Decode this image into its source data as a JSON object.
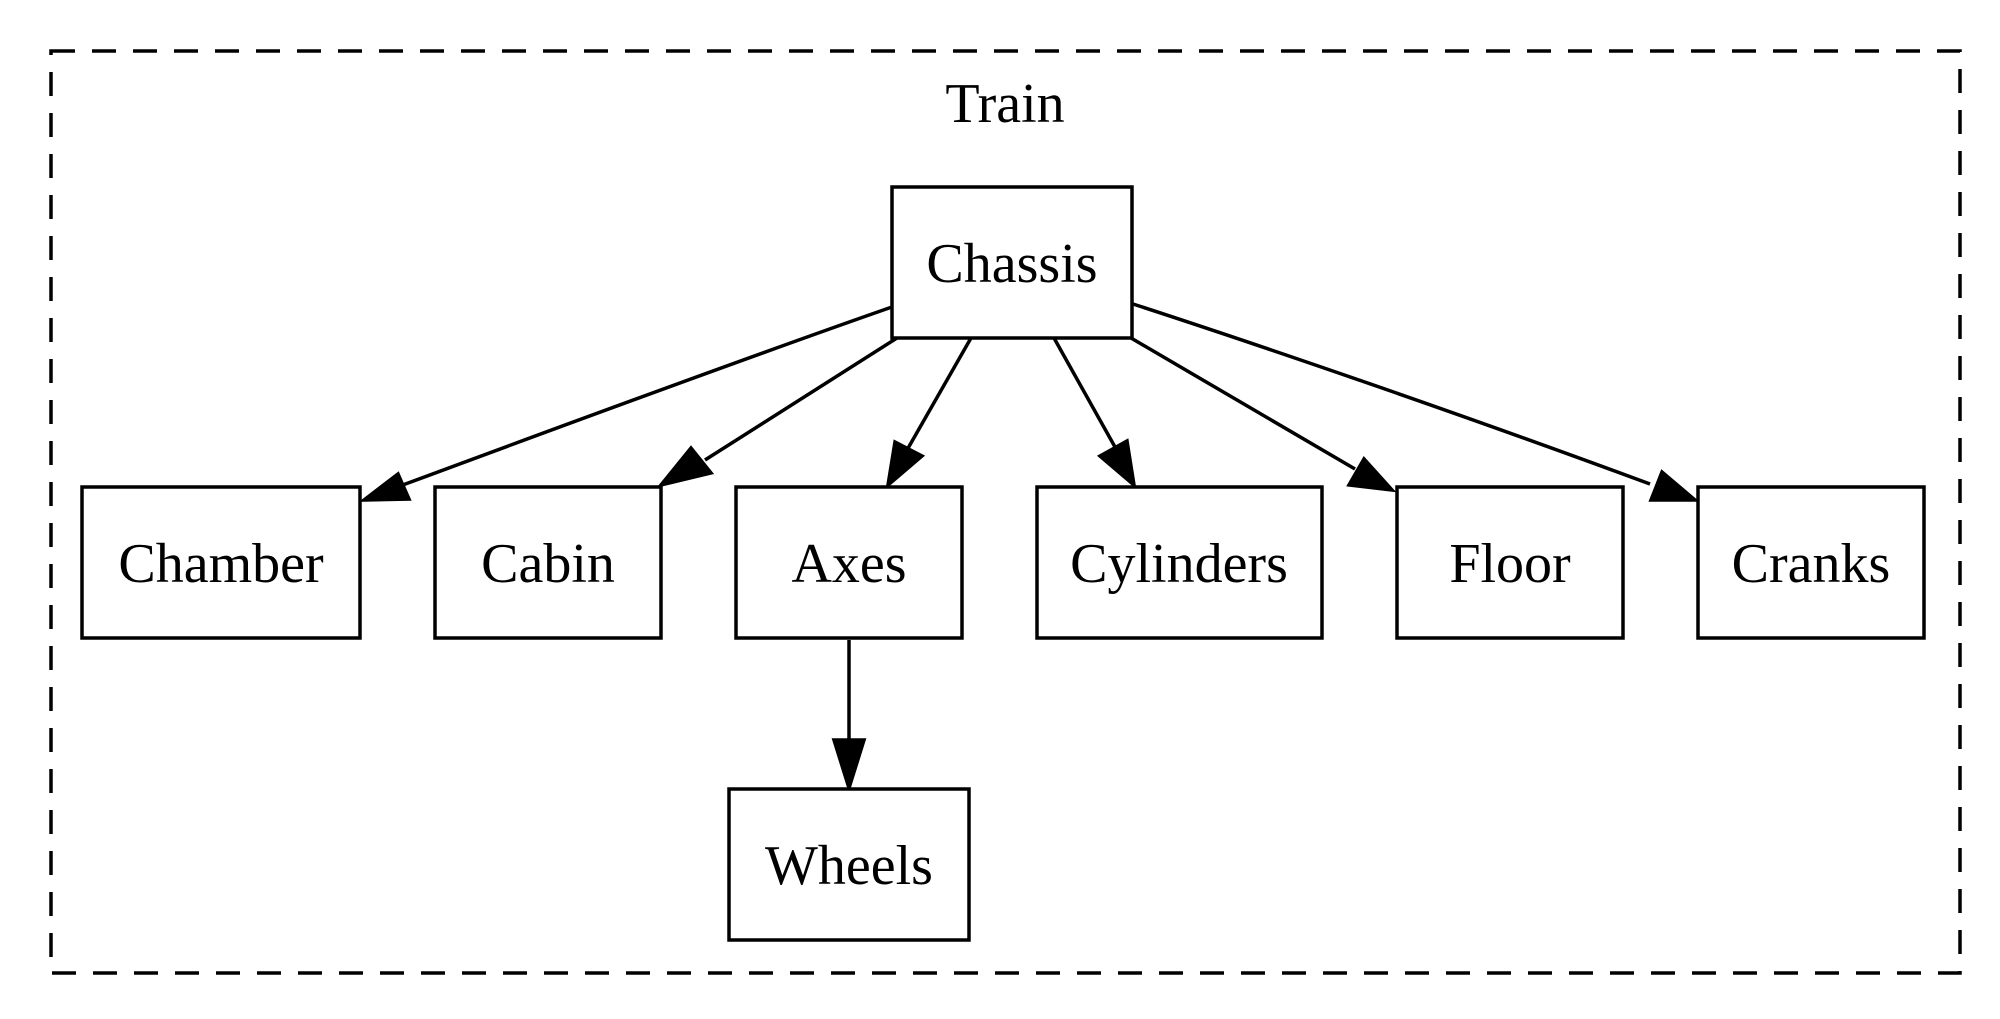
{
  "diagram": {
    "cluster": {
      "label": "Train"
    },
    "nodes": [
      {
        "id": "chassis",
        "label": "Chassis"
      },
      {
        "id": "chamber",
        "label": "Chamber"
      },
      {
        "id": "cabin",
        "label": "Cabin"
      },
      {
        "id": "axes",
        "label": "Axes"
      },
      {
        "id": "cylinders",
        "label": "Cylinders"
      },
      {
        "id": "floor",
        "label": "Floor"
      },
      {
        "id": "cranks",
        "label": "Cranks"
      },
      {
        "id": "wheels",
        "label": "Wheels"
      }
    ],
    "edges": [
      {
        "from": "chassis",
        "to": "chamber"
      },
      {
        "from": "chassis",
        "to": "cabin"
      },
      {
        "from": "chassis",
        "to": "axes"
      },
      {
        "from": "chassis",
        "to": "cylinders"
      },
      {
        "from": "chassis",
        "to": "floor"
      },
      {
        "from": "chassis",
        "to": "cranks"
      },
      {
        "from": "axes",
        "to": "wheels"
      }
    ]
  }
}
